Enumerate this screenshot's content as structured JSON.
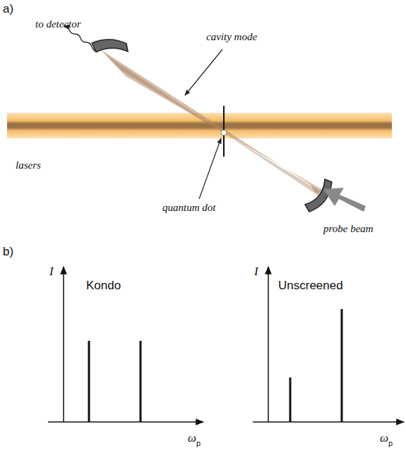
{
  "diagram": {
    "labels": [
      "a)",
      "to detector",
      "cavity mode",
      "lasers",
      "quantum dot",
      "probe beam",
      "b)",
      "I",
      "Kondo",
      "ω",
      "p",
      "I",
      "Unscreened",
      "ω",
      "p"
    ]
  }
}
